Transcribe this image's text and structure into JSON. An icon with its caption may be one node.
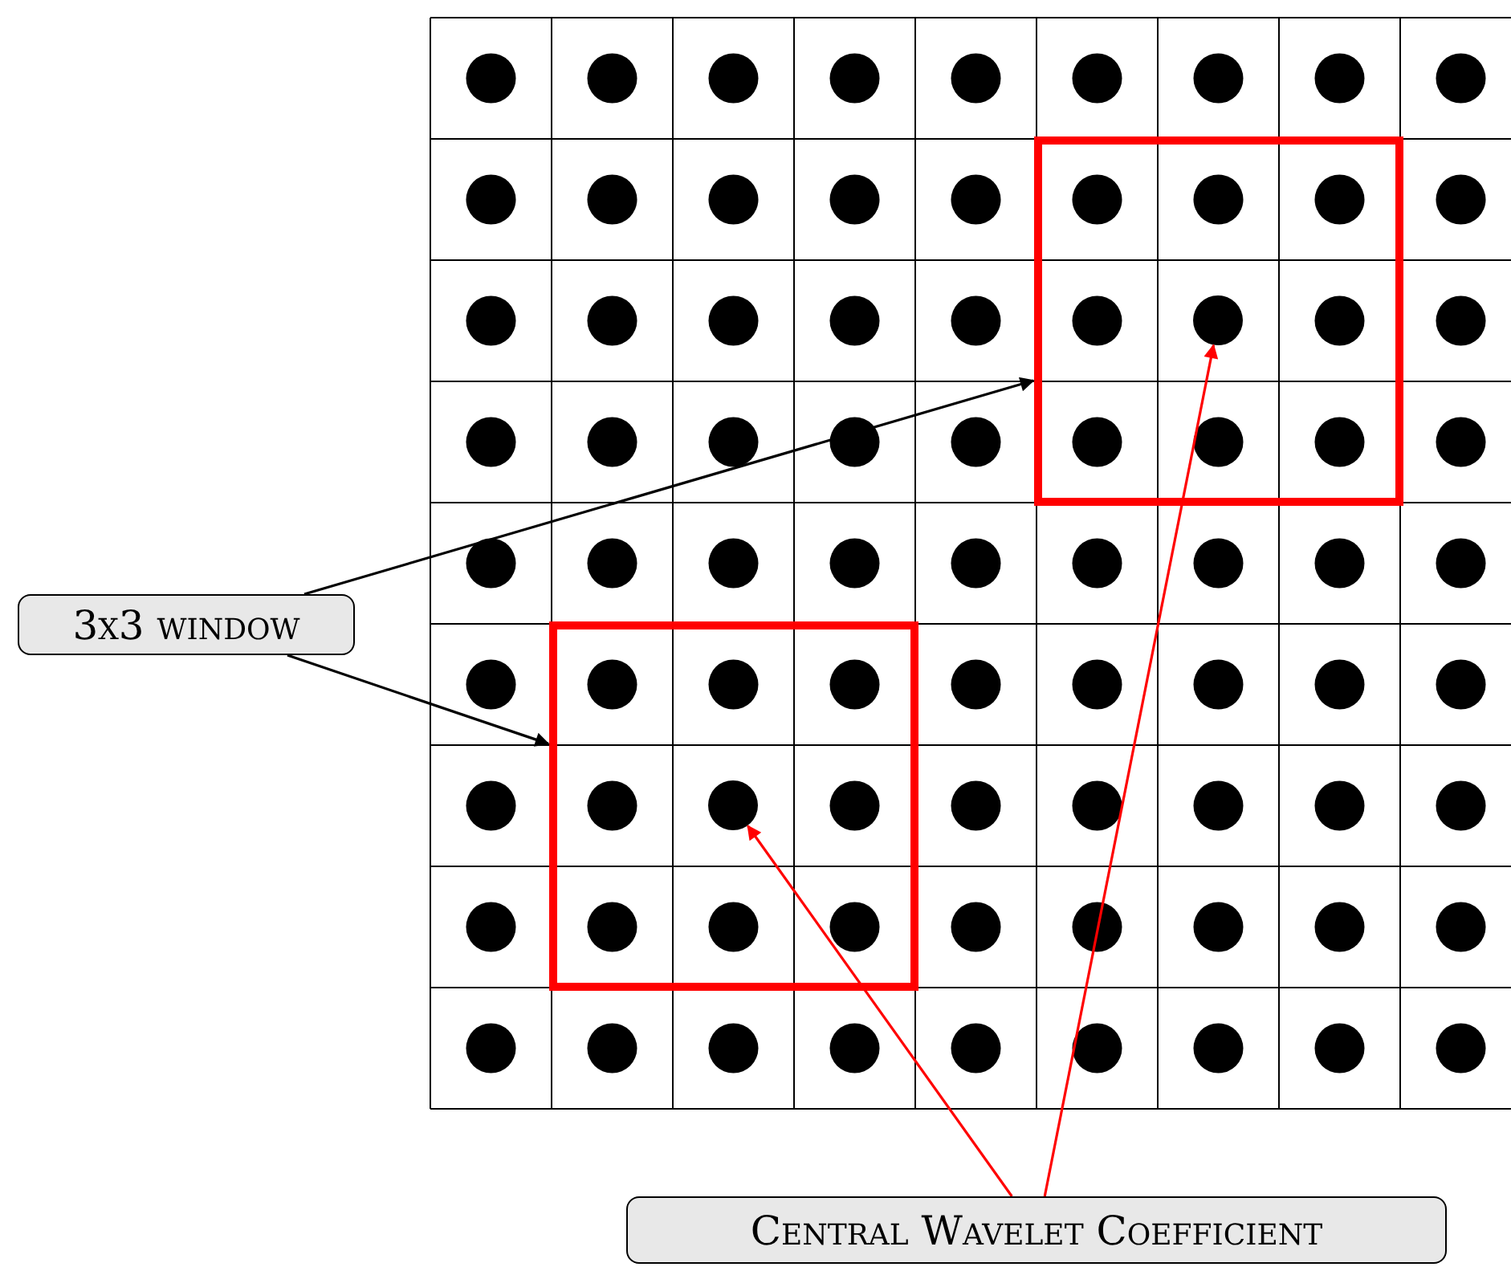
{
  "diagram": {
    "nodes": [
      {
        "text": [
          "3x3 window"
        ]
      },
      {
        "text": [],
        "shape": "box"
      },
      {
        "text": [],
        "shape": "box"
      },
      {
        "text": [
          "Central Wavelet Coefficient"
        ]
      },
      {
        "text": [],
        "shape": "circle",
        "in": 1
      },
      {
        "text": [],
        "shape": "circle",
        "in": 2
      }
    ],
    "edges": [
      {
        "from": 0,
        "to": 1,
        "arrow": "to"
      },
      {
        "from": 0,
        "to": 2,
        "arrow": "to"
      },
      {
        "from": 3,
        "to": 5,
        "arrow": "to",
        "color": "#ff0000"
      },
      {
        "from": 3,
        "to": 4,
        "arrow": "to",
        "color": "#ff0000"
      }
    ]
  }
}
